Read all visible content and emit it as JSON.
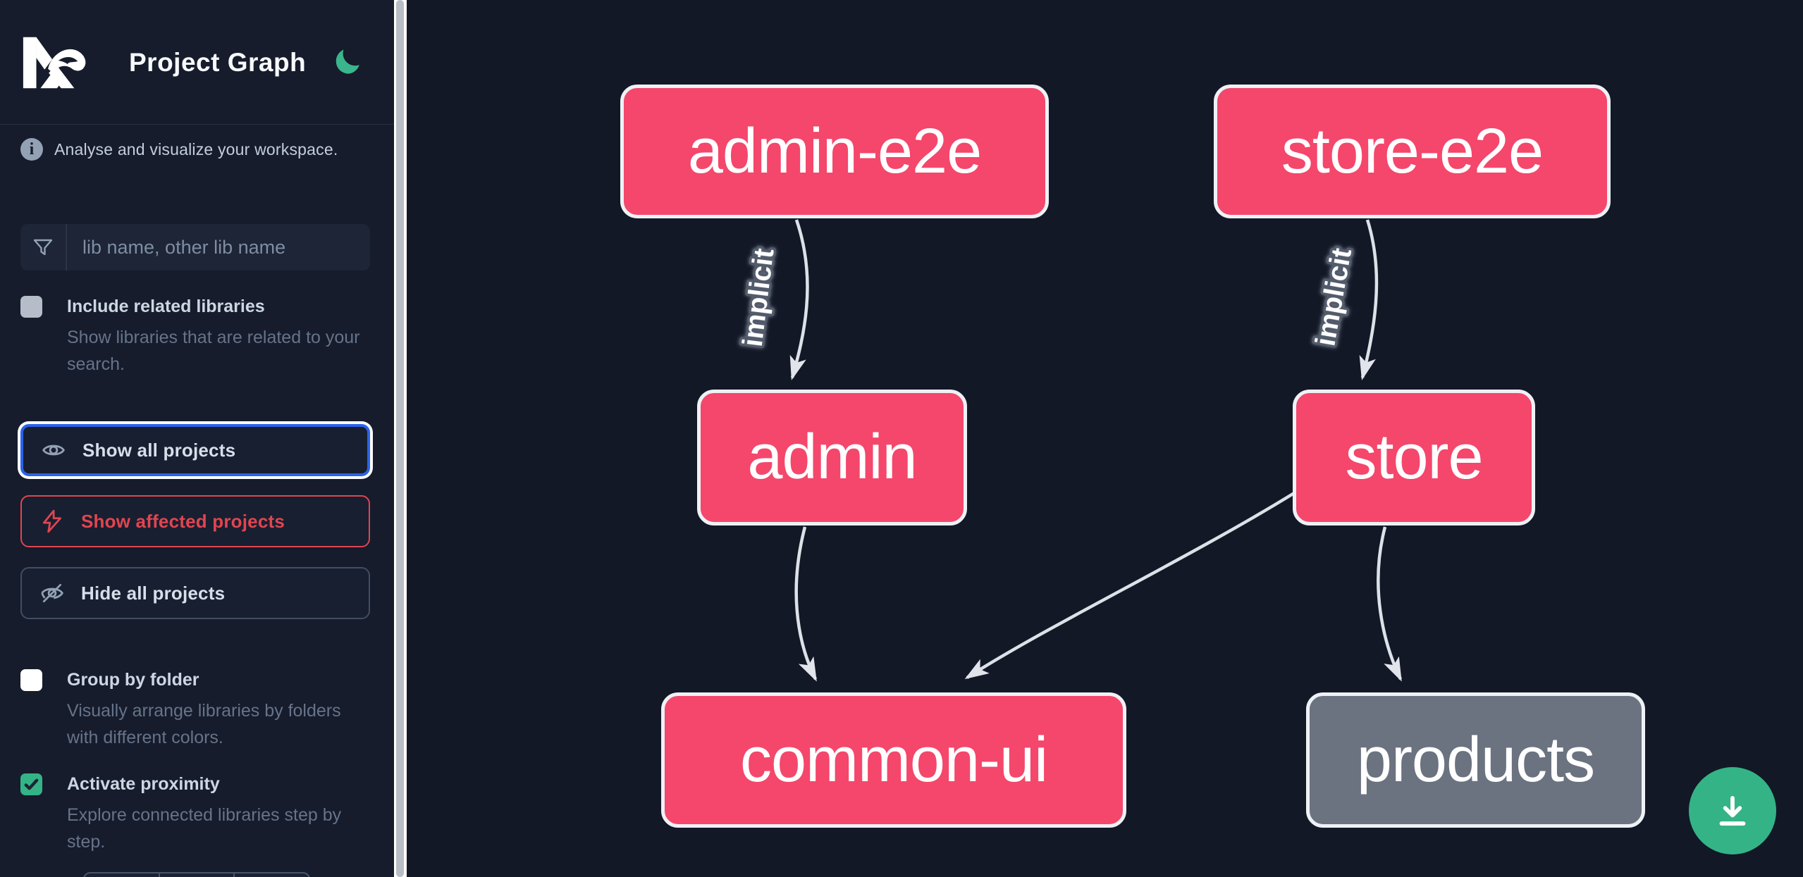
{
  "header": {
    "title": "Project Graph"
  },
  "sidebar": {
    "info_text": "Analyse and visualize your workspace.",
    "search_placeholder": "lib name, other lib name",
    "include_related": {
      "label": "Include related libraries",
      "description": "Show libraries that are related to your search.",
      "checked": false
    },
    "buttons": {
      "show_all": "Show all projects",
      "show_affected": "Show affected projects",
      "hide_all": "Hide all projects"
    },
    "group_by_folder": {
      "label": "Group by folder",
      "description": "Visually arrange libraries by folders with different colors.",
      "checked": false
    },
    "activate_proximity": {
      "label": "Activate proximity",
      "description": "Explore connected libraries step by step.",
      "checked": true
    }
  },
  "graph": {
    "nodes": [
      {
        "id": "admin-e2e",
        "label": "admin-e2e",
        "color": "pink"
      },
      {
        "id": "store-e2e",
        "label": "store-e2e",
        "color": "pink"
      },
      {
        "id": "admin",
        "label": "admin",
        "color": "pink"
      },
      {
        "id": "store",
        "label": "store",
        "color": "pink"
      },
      {
        "id": "common-ui",
        "label": "common-ui",
        "color": "pink"
      },
      {
        "id": "products",
        "label": "products",
        "color": "gray"
      }
    ],
    "edges": [
      {
        "from": "admin-e2e",
        "to": "admin",
        "label": "implicit"
      },
      {
        "from": "store-e2e",
        "to": "store",
        "label": "implicit"
      },
      {
        "from": "admin",
        "to": "common-ui",
        "label": ""
      },
      {
        "from": "store",
        "to": "common-ui",
        "label": ""
      },
      {
        "from": "store",
        "to": "products",
        "label": ""
      }
    ]
  },
  "icons": {
    "logo": "nx-logo",
    "theme": "moon-icon",
    "info": "info-icon",
    "search": "filter-funnel-icon",
    "show_all": "eye-icon",
    "show_affected": "lightning-bolt-icon",
    "hide_all": "eye-off-icon",
    "proximity_check": "checkmark-icon",
    "fab": "download-icon"
  },
  "colors": {
    "sidebar_bg": "#161c2b",
    "canvas_bg": "#121826",
    "node_pink": "#f4476b",
    "node_gray": "#6b7280",
    "node_border": "#eef1f6",
    "edge_gray": "#dde1e8",
    "accent_green": "#34b387",
    "focus_blue": "#2b63e9",
    "affected_red": "#e04550"
  }
}
